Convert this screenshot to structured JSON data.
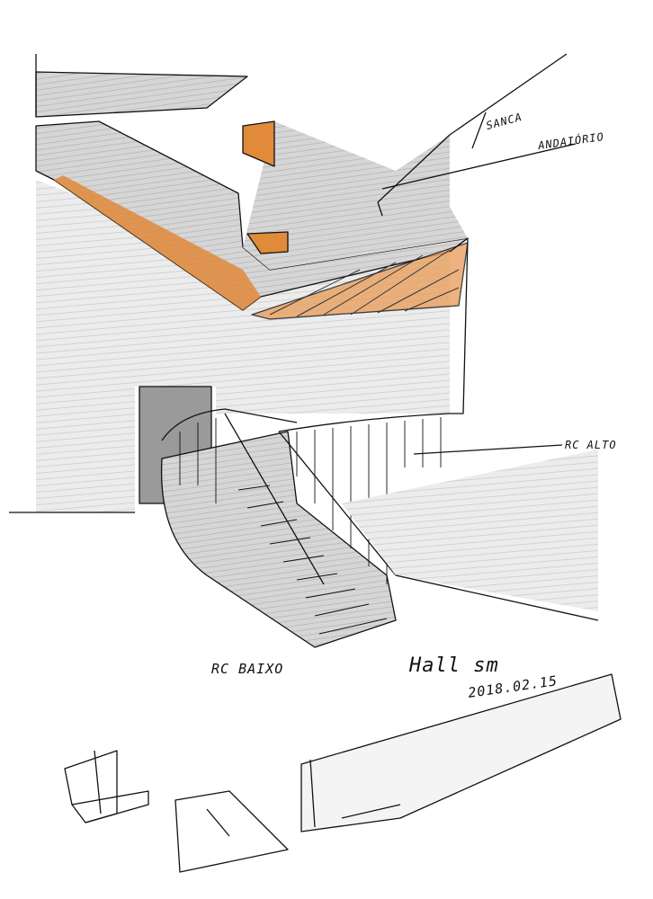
{
  "annotations": {
    "upper_label_1": "SANCA",
    "upper_label_2": "ANDAIÓRIO",
    "upper_floor": "RC ALTO",
    "lower_floor": "RC BAIXO"
  },
  "signature": {
    "name": "Hall sm",
    "date": "2018.02.15"
  },
  "colors": {
    "ink": "#111111",
    "shade": "#bdbdbd",
    "wood": "#e08a3a"
  }
}
